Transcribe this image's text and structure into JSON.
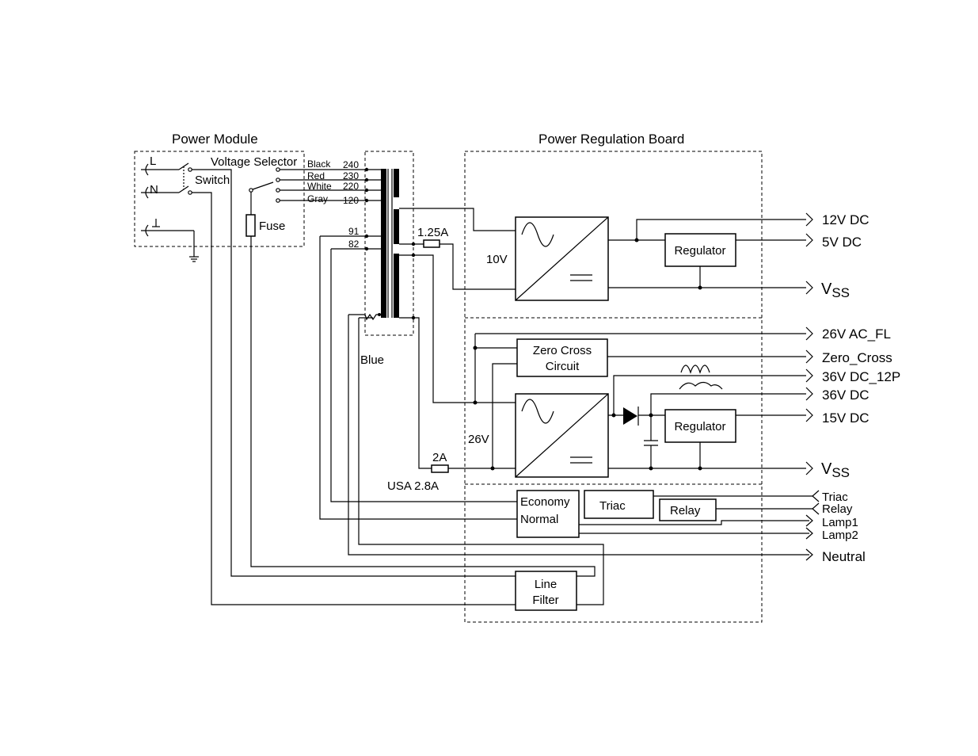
{
  "titles": {
    "power_module": "Power Module",
    "power_regulation_board": "Power Regulation Board"
  },
  "power_module": {
    "inputs": {
      "line": "L",
      "neutral": "N"
    },
    "switch": "Switch",
    "voltage_selector": "Voltage Selector",
    "fuse": "Fuse"
  },
  "transformer": {
    "taps": [
      {
        "color": "Black",
        "voltage": "240"
      },
      {
        "color": "Red",
        "voltage": "230"
      },
      {
        "color": "White",
        "voltage": "220"
      },
      {
        "color": "Gray",
        "voltage": "120"
      }
    ],
    "aux_taps": [
      "91",
      "82"
    ],
    "blue_wire": "Blue"
  },
  "fuses": {
    "secondary_1": "1.25A",
    "secondary_2": "2A",
    "usa": "USA 2.8A"
  },
  "blocks": {
    "regulator_top": "Regulator",
    "regulator_bottom": "Regulator",
    "zero_cross_line1": "Zero Cross",
    "zero_cross_line2": "Circuit",
    "economy": "Economy",
    "normal": "Normal",
    "triac": "Triac",
    "relay": "Relay",
    "line_filter_line1": "Line",
    "line_filter_line2": "Filter"
  },
  "voltages": {
    "v10": "10V",
    "v26": "26V"
  },
  "outputs": {
    "v12dc": "12V DC",
    "v5dc": "5V DC",
    "vss1_main": "V",
    "vss1_sub": "SS",
    "ac_fl": "26V AC_FL",
    "zero_cross": "Zero_Cross",
    "dc36_12p": "36V DC_12P",
    "dc36": "36V DC",
    "dc15": "15V DC",
    "vss2_main": "V",
    "vss2_sub": "SS",
    "triac": "Triac",
    "relay": "Relay",
    "lamp1": "Lamp1",
    "lamp2": "Lamp2",
    "neutral": "Neutral"
  }
}
